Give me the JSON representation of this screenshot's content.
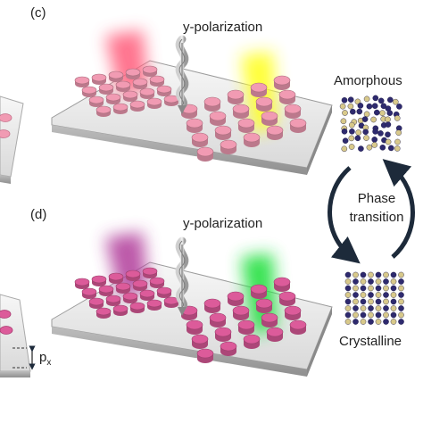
{
  "panels": [
    {
      "letter": "(c)",
      "polarization": "y-polarization",
      "beams": [
        {
          "name": "left-beam",
          "color": "#ff5c7a"
        },
        {
          "name": "right-beam",
          "color": "#ffff20"
        }
      ],
      "disk_color": "#f19bb3"
    },
    {
      "letter": "(d)",
      "polarization": "y-polarization",
      "beams": [
        {
          "name": "left-beam",
          "color": "#b03a9a"
        },
        {
          "name": "right-beam",
          "color": "#20e040"
        }
      ],
      "disk_color": "#dc5b9a"
    }
  ],
  "phase_diagram": {
    "top_label": "Amorphous",
    "middle_label_line1": "Phase",
    "middle_label_line2": "transition",
    "bottom_label": "Crystalline",
    "atom_colors": [
      "#2e2a6e",
      "#d8c98a"
    ]
  },
  "dimension_label": {
    "base": "p",
    "subscript": "x"
  }
}
